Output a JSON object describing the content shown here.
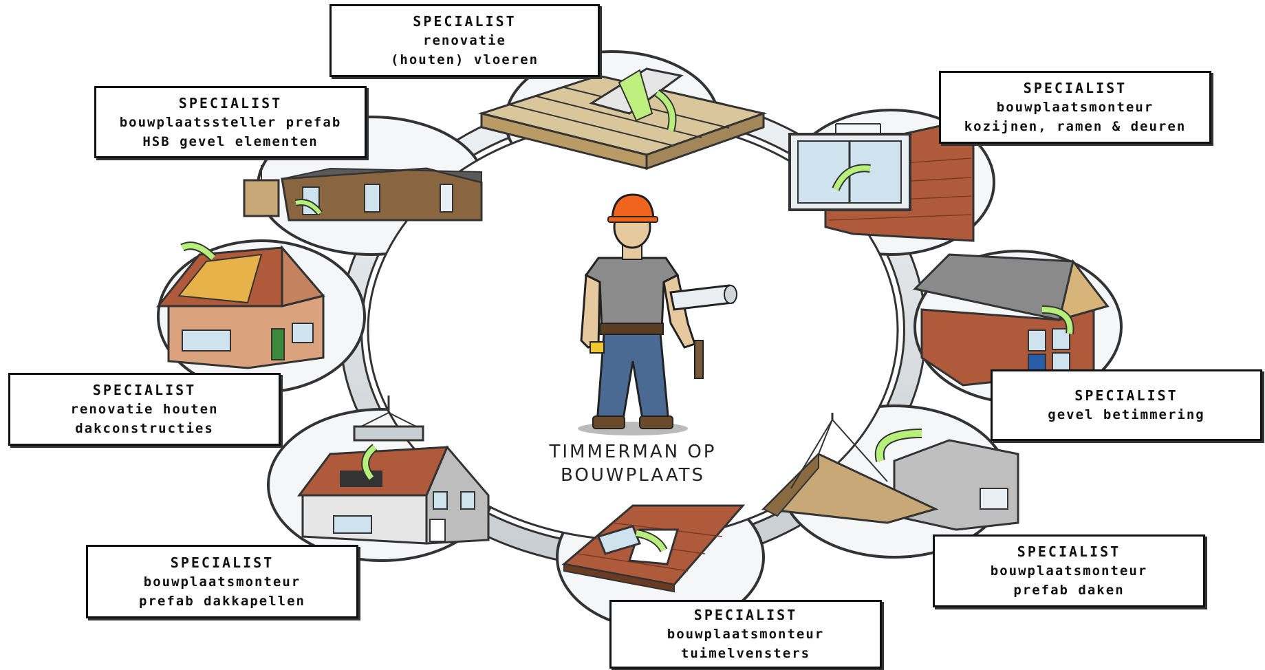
{
  "center_title": {
    "line1": "TIMMERMAN OP",
    "line2": "BOUWPLAATS"
  },
  "specialists": [
    {
      "id": "floors",
      "heading": "SPECIALIST",
      "lines": [
        "renovatie",
        "(houten) vloeren"
      ]
    },
    {
      "id": "frames",
      "heading": "SPECIALIST",
      "lines": [
        "bouwplaatsmonteur",
        "kozijnen, ramen & deuren"
      ]
    },
    {
      "id": "facade",
      "heading": "SPECIALIST",
      "lines": [
        "gevel betimmering"
      ]
    },
    {
      "id": "roofs",
      "heading": "SPECIALIST",
      "lines": [
        "bouwplaatsmonteur",
        "prefab daken"
      ]
    },
    {
      "id": "skylights",
      "heading": "SPECIALIST",
      "lines": [
        "bouwplaatsmonteur",
        "tuimelvensters"
      ]
    },
    {
      "id": "dormers",
      "heading": "SPECIALIST",
      "lines": [
        "bouwplaatsmonteur",
        "prefab dakkapellen"
      ]
    },
    {
      "id": "roofconstruction",
      "heading": "SPECIALIST",
      "lines": [
        "renovatie houten",
        "dakconstructies"
      ]
    },
    {
      "id": "hsb",
      "heading": "SPECIALIST",
      "lines": [
        "bouwplaatssteller prefab",
        "HSB gevel elementen"
      ]
    }
  ],
  "colors": {
    "ring": "#d9dde0",
    "ring_outline": "#3a3a3a",
    "arrow": "#b6ef7a",
    "brick": "#b05a3c",
    "wood": "#d7b47a",
    "helmet": "#f0641e",
    "jeans": "#4a6a94",
    "shirt": "#8c8c8c"
  },
  "icons": [
    "floor-boards-icon",
    "window-frame-icon",
    "gable-house-icon",
    "prefab-roof-icon",
    "skylight-icon",
    "dormer-house-icon",
    "roof-renovation-icon",
    "hsb-wall-icon",
    "carpenter-figure-icon"
  ]
}
